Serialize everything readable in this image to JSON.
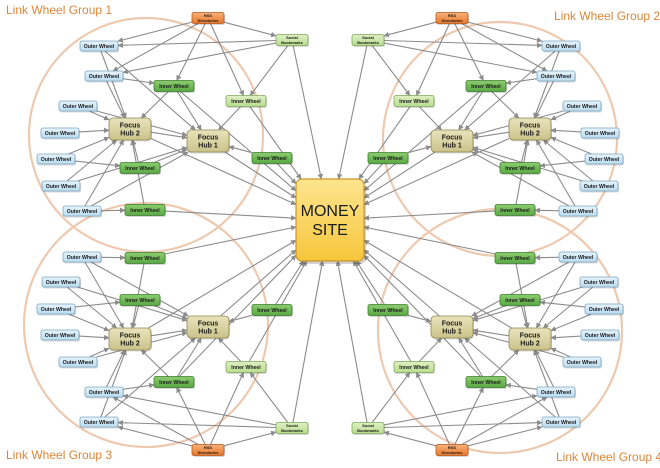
{
  "groups": {
    "g1": "Link Wheel Group 1",
    "g2": "Link Wheel Group 2",
    "g3": "Link Wheel Group 3",
    "g4": "Link Wheel Group 4"
  },
  "labels": {
    "money": [
      "MONEY",
      "SITE"
    ],
    "hub2": [
      "Focus",
      "Hub 2"
    ],
    "hub1": [
      "Focus",
      "Hub 1"
    ],
    "inner": [
      "Inner Wheel"
    ],
    "outer": [
      "Outer Wheel"
    ],
    "social": [
      "Social",
      "Bookmarks"
    ],
    "rss": [
      "RSS",
      "Directories"
    ]
  },
  "colors": {
    "money_site": "#f6c63c",
    "focus_hub": "#cbc38a",
    "inner_wheel": "#5aa845",
    "inner_wheel_light": "#b8dd8e",
    "outer_wheel": "#b9dcf0",
    "rss": "#e8782a",
    "circle": "#edc9b0",
    "arrow": "#8c8c8c",
    "group_title": "#d9863a"
  }
}
